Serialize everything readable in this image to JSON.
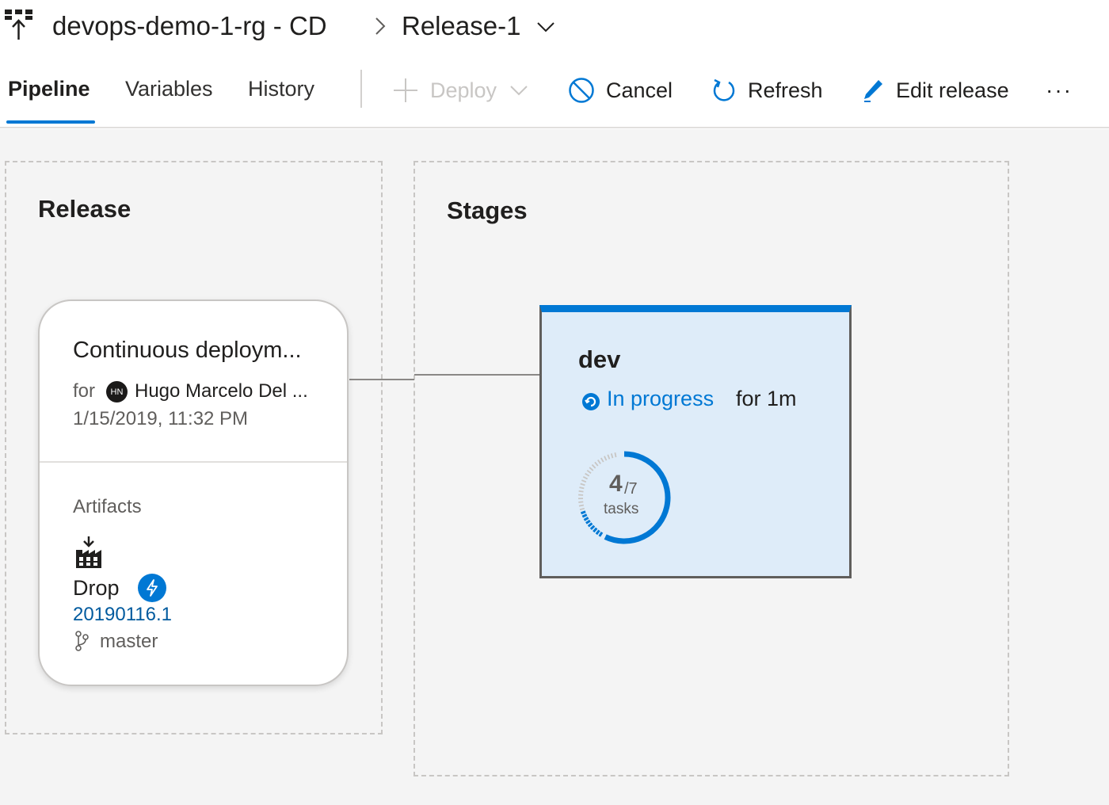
{
  "breadcrumb": {
    "pipeline_name": "devops-demo-1-rg - CD",
    "release_name": "Release-1"
  },
  "tabs": [
    {
      "label": "Pipeline",
      "active": true
    },
    {
      "label": "Variables",
      "active": false
    },
    {
      "label": "History",
      "active": false
    }
  ],
  "commands": {
    "deploy": "Deploy",
    "cancel": "Cancel",
    "refresh": "Refresh",
    "edit": "Edit release",
    "more": "···"
  },
  "release_lane": {
    "title": "Release",
    "card": {
      "trigger_title": "Continuous deploym...",
      "for_label": "for",
      "avatar_initials": "HN",
      "user": "Hugo Marcelo Del ...",
      "date": "1/15/2019, 11:32 PM",
      "artifacts_label": "Artifacts",
      "artifact": {
        "name": "Drop",
        "version": "20190116.1",
        "branch": "master"
      }
    }
  },
  "stages_lane": {
    "title": "Stages",
    "stages": [
      {
        "name": "dev",
        "status": "In progress",
        "duration": "for 1m",
        "tasks_done": "4",
        "tasks_total": "/7",
        "tasks_label": "tasks",
        "progress_fraction": 0.5714
      }
    ]
  },
  "colors": {
    "accent": "#0078d4",
    "stage_bg": "#deecf9",
    "canvas_bg": "#f4f4f4",
    "disabled": "#c8c6c4"
  },
  "icons": {
    "pipeline": "release-pipeline-icon",
    "deploy": "plus-icon",
    "cancel": "cancel-icon",
    "refresh": "refresh-icon",
    "edit": "pencil-icon",
    "artifact": "build-artifact-icon",
    "trigger": "lightning-icon",
    "branch": "git-branch-icon",
    "status": "in-progress-icon"
  }
}
